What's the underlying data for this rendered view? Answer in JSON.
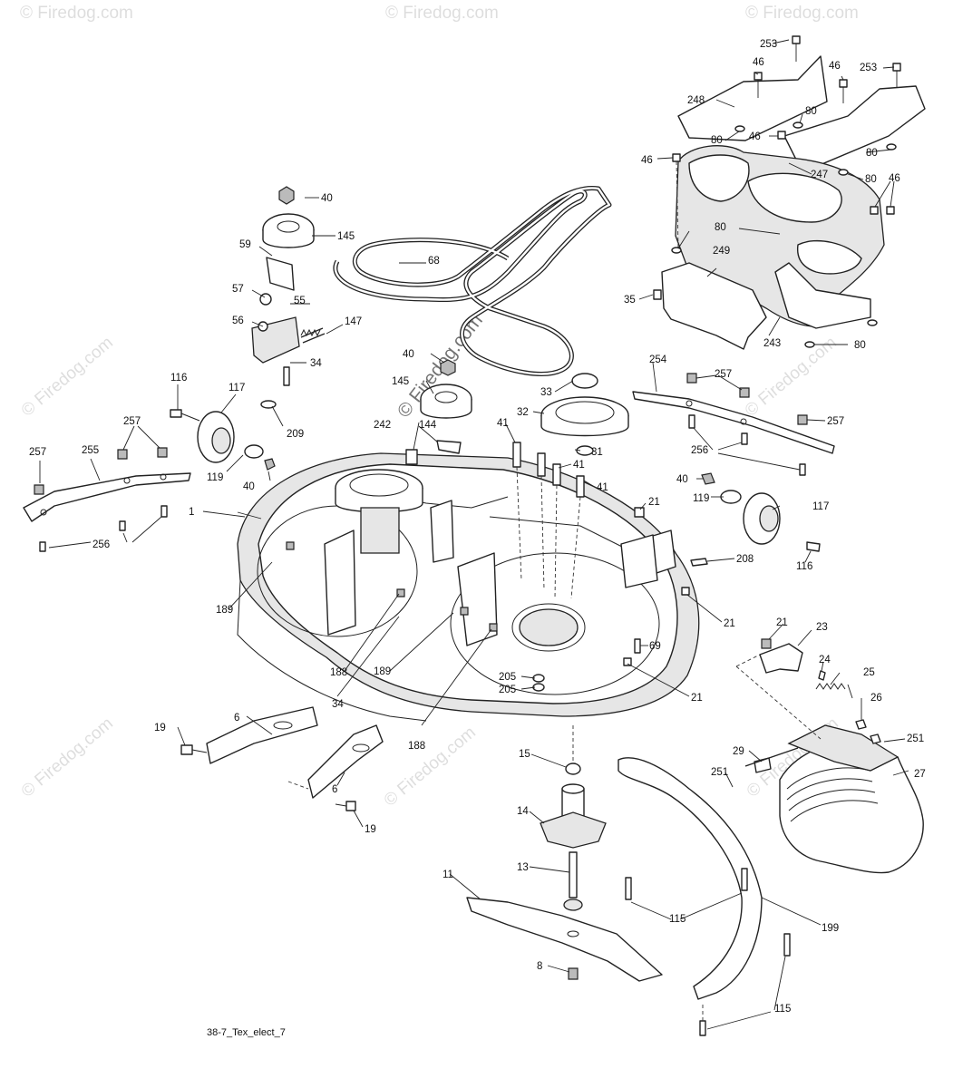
{
  "watermark": "© Firedog.com",
  "drawing_id": "38-7_Tex_elect_7",
  "callouts": {
    "c1": "1",
    "c6a": "6",
    "c6b": "6",
    "c8": "8",
    "c11": "11",
    "c13": "13",
    "c14": "14",
    "c15": "15",
    "c19a": "19",
    "c19b": "19",
    "c21a": "21",
    "c21b": "21",
    "c21c": "21",
    "c21d": "21",
    "c23": "23",
    "c24": "24",
    "c25": "25",
    "c26": "26",
    "c27": "27",
    "c29": "29",
    "c31": "31",
    "c32": "32",
    "c33": "33",
    "c34a": "34",
    "c34b": "34",
    "c35": "35",
    "c40a": "40",
    "c40b": "40",
    "c40c": "40",
    "c40d": "40",
    "c41a": "41",
    "c41b": "41",
    "c41c": "41",
    "c46a": "46",
    "c46b": "46",
    "c46c": "46",
    "c46d": "46",
    "c46e": "46",
    "c55": "55",
    "c56": "56",
    "c57": "57",
    "c59": "59",
    "c68": "68",
    "c69": "69",
    "c80a": "80",
    "c80b": "80",
    "c80c": "80",
    "c80d": "80",
    "c80e": "80",
    "c80f": "80",
    "c115a": "115",
    "c115b": "115",
    "c116a": "116",
    "c116b": "116",
    "c117a": "117",
    "c117b": "117",
    "c119a": "119",
    "c119b": "119",
    "c144": "144",
    "c145a": "145",
    "c145b": "145",
    "c147": "147",
    "c188a": "188",
    "c188b": "188",
    "c189a": "189",
    "c189b": "189",
    "c199": "199",
    "c205a": "205",
    "c205b": "205",
    "c208": "208",
    "c209": "209",
    "c242": "242",
    "c243": "243",
    "c247": "247",
    "c248": "248",
    "c249": "249",
    "c251a": "251",
    "c251b": "251",
    "c253a": "253",
    "c253b": "253",
    "c254": "254",
    "c255": "255",
    "c256a": "256",
    "c256b": "256",
    "c257a": "257",
    "c257b": "257",
    "c257c": "257",
    "c257d": "257"
  }
}
